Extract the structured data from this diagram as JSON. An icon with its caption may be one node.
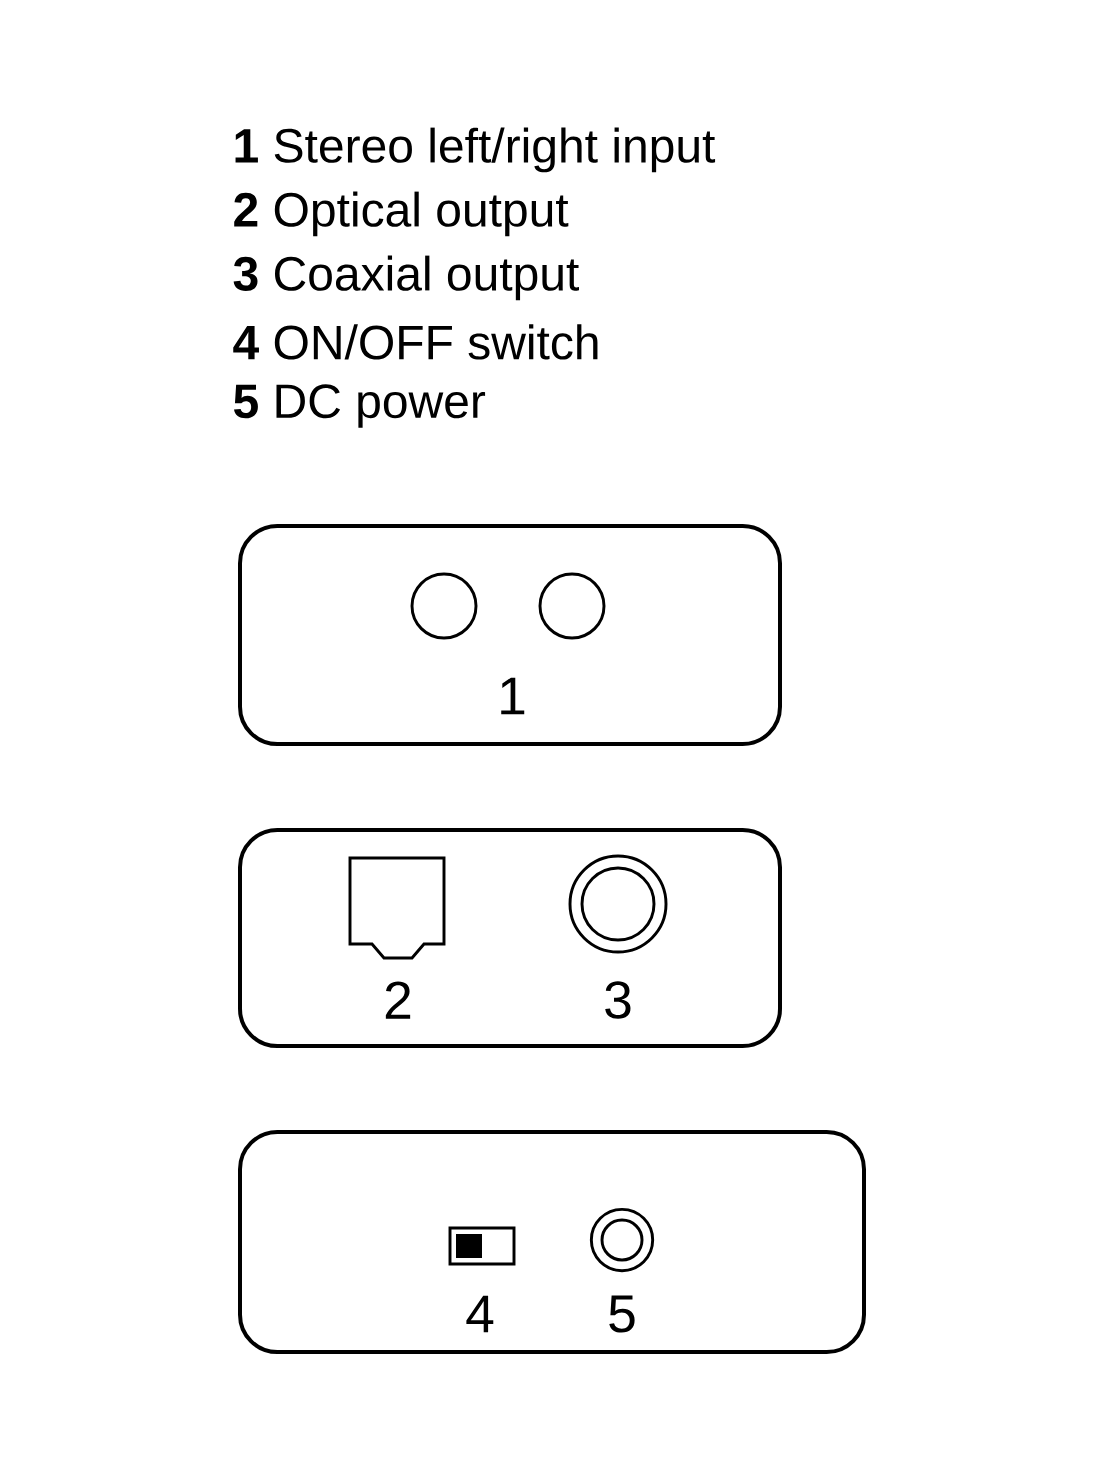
{
  "diagram": {
    "nodes": [
      {
        "text": [
          "1"
        ]
      },
      {
        "text": [
          "2",
          "3"
        ]
      },
      {
        "text": [
          "4",
          "5"
        ]
      }
    ],
    "labels": [
      "**1** Stereo left/right input",
      "**2** Optical output",
      "**3** Coaxial output",
      "**4** ON/OFF switch",
      "**5** DC power"
    ]
  }
}
